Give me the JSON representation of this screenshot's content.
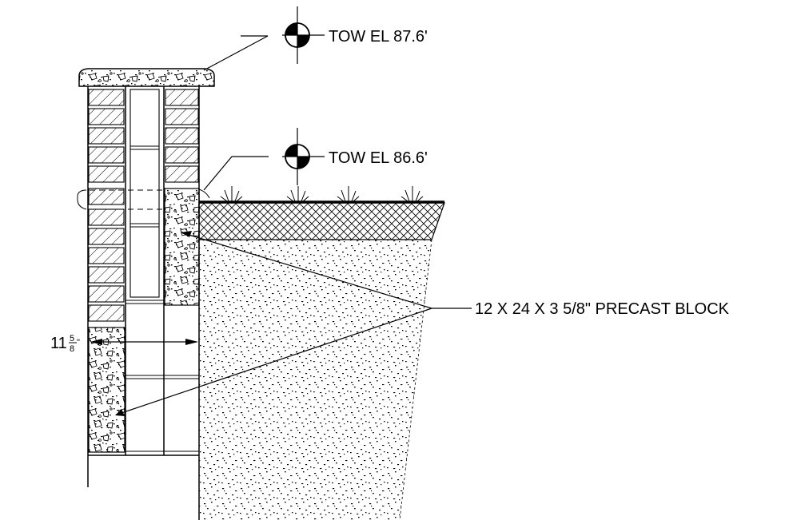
{
  "labels": {
    "top_of_wall_upper": "TOW EL 87.6'",
    "top_of_wall_lower": "TOW EL 86.6'",
    "block_callout": "12 X 24 X 3 5/8\" PRECAST BLOCK"
  },
  "dimension": {
    "whole": "11",
    "numerator": "5",
    "denominator": "8",
    "unit": "\""
  },
  "colors": {
    "line": "#000000",
    "background": "#ffffff"
  }
}
